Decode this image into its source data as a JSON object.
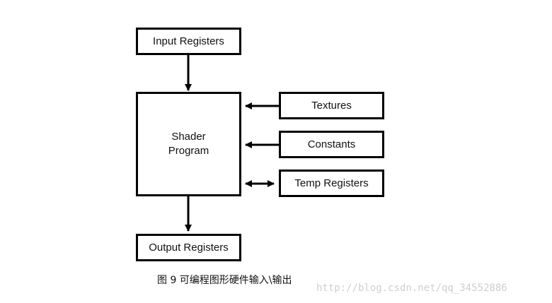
{
  "diagram": {
    "input_registers": "Input Registers",
    "shader_program": "Shader\nProgram",
    "textures": "Textures",
    "constants": "Constants",
    "temp_registers": "Temp Registers",
    "output_registers": "Output Registers"
  },
  "caption": "图 9 可编程图形硬件输入\\输出",
  "watermark": "http://blog.csdn.net/qq_34552886"
}
